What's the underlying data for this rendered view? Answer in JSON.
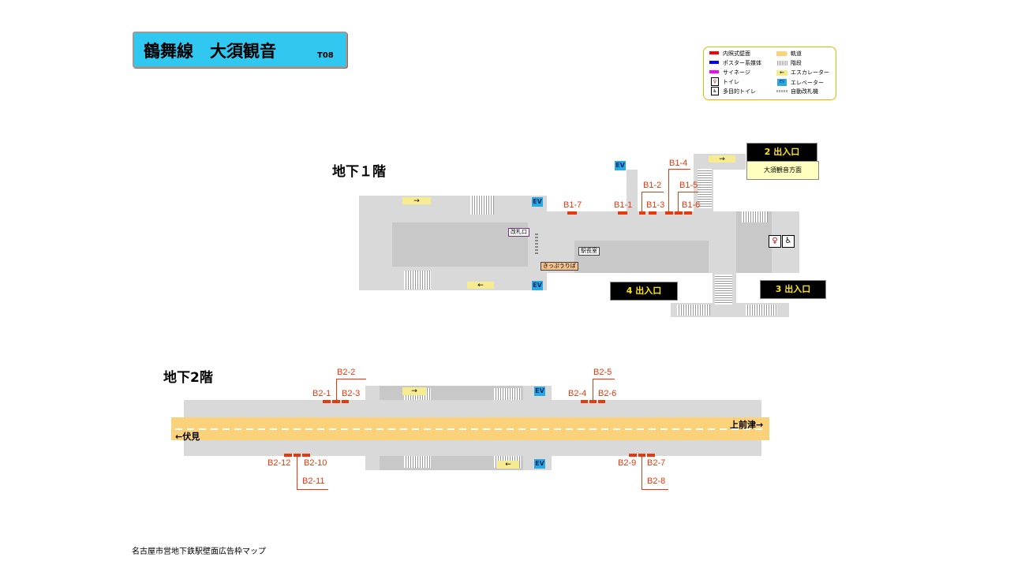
{
  "header": {
    "line_station": "鶴舞線　大須観音",
    "code": "T08"
  },
  "legend": {
    "items_left": [
      {
        "label": "内照式壁面",
        "color": "#ff0000"
      },
      {
        "label": "ポスター系媒体",
        "color": "#0000ff"
      },
      {
        "label": "サイネージ",
        "color": "#ff00ff"
      },
      {
        "label": "トイレ",
        "icon": "toilet-icon"
      },
      {
        "label": "多目的トイレ",
        "icon": "accessible-toilet-icon"
      }
    ],
    "items_right": [
      {
        "label": "軌道",
        "color": "#fbd27a"
      },
      {
        "label": "階段",
        "icon": "stairs-icon"
      },
      {
        "label": "エスカレーター",
        "icon": "escalator-icon"
      },
      {
        "label": "エレベーター",
        "icon": "elevator-icon"
      },
      {
        "label": "自動改札機",
        "icon": "ticket-gate-icon"
      }
    ]
  },
  "floor_b1": {
    "title": "地下１階",
    "exits": [
      {
        "label": "2  出入口",
        "sub": "大須観音方面"
      },
      {
        "label": "4  出入口"
      },
      {
        "label": "3  出入口"
      }
    ],
    "tags": {
      "gate": "改札口",
      "ticket": "きっぷうりば",
      "office": "駅長室"
    },
    "ev": "EV",
    "ad_labels": [
      "B1-1",
      "B1-2",
      "B1-3",
      "B1-4",
      "B1-5",
      "B1-6",
      "B1-7"
    ]
  },
  "floor_b2": {
    "title": "地下2階",
    "ad_labels": [
      "B2-1",
      "B2-2",
      "B2-3",
      "B2-4",
      "B2-5",
      "B2-6",
      "B2-7",
      "B2-8",
      "B2-9",
      "B2-10",
      "B2-11",
      "B2-12"
    ],
    "direction_left": "←伏見",
    "direction_right": "上前津→",
    "ev": "EV"
  },
  "footer": "名古屋市営地下鉄駅壁面広告枠マップ"
}
